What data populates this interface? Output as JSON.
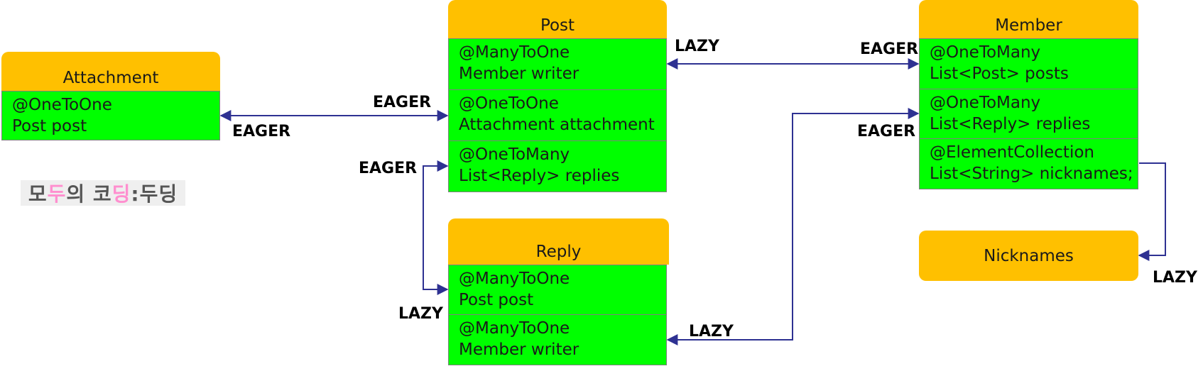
{
  "colors": {
    "header": "#ffc000",
    "row": "#00ff00",
    "connector": "#2e3192"
  },
  "logo": {
    "part1": "모",
    "part2": "두",
    "part3": "의 코",
    "part4": "딩",
    "part5": ":두딩"
  },
  "entities": {
    "attachment": {
      "title": "Attachment",
      "rows": [
        {
          "annotation": "@OneToOne",
          "field": "Post post"
        }
      ]
    },
    "post": {
      "title": "Post",
      "rows": [
        {
          "annotation": "@ManyToOne",
          "field": "Member writer"
        },
        {
          "annotation": "@OneToOne",
          "field": "Attachment attachment"
        },
        {
          "annotation": "@OneToMany",
          "field": "List<Reply>  replies"
        }
      ]
    },
    "member": {
      "title": "Member",
      "rows": [
        {
          "annotation": "@OneToMany",
          "field": "List<Post>  posts"
        },
        {
          "annotation": "@OneToMany",
          "field": "List<Reply>  replies"
        },
        {
          "annotation": "@ElementCollection",
          "field": "List<String>  nicknames;"
        }
      ]
    },
    "reply": {
      "title": "Reply",
      "rows": [
        {
          "annotation": "@ManyToOne",
          "field": "Post post"
        },
        {
          "annotation": "@ManyToOne",
          "field": "Member writer"
        }
      ]
    },
    "nicknames": {
      "title": "Nicknames"
    }
  },
  "labels": {
    "post_member_lazy": "LAZY",
    "post_member_eager": "EAGER",
    "attach_post_eager_top": "EAGER",
    "attach_post_eager_bottom": "EAGER",
    "post_reply_eager": "EAGER",
    "post_reply_lazy": "LAZY",
    "member_reply_eager": "EAGER",
    "member_reply_lazy": "LAZY",
    "nicknames_lazy": "LAZY"
  }
}
